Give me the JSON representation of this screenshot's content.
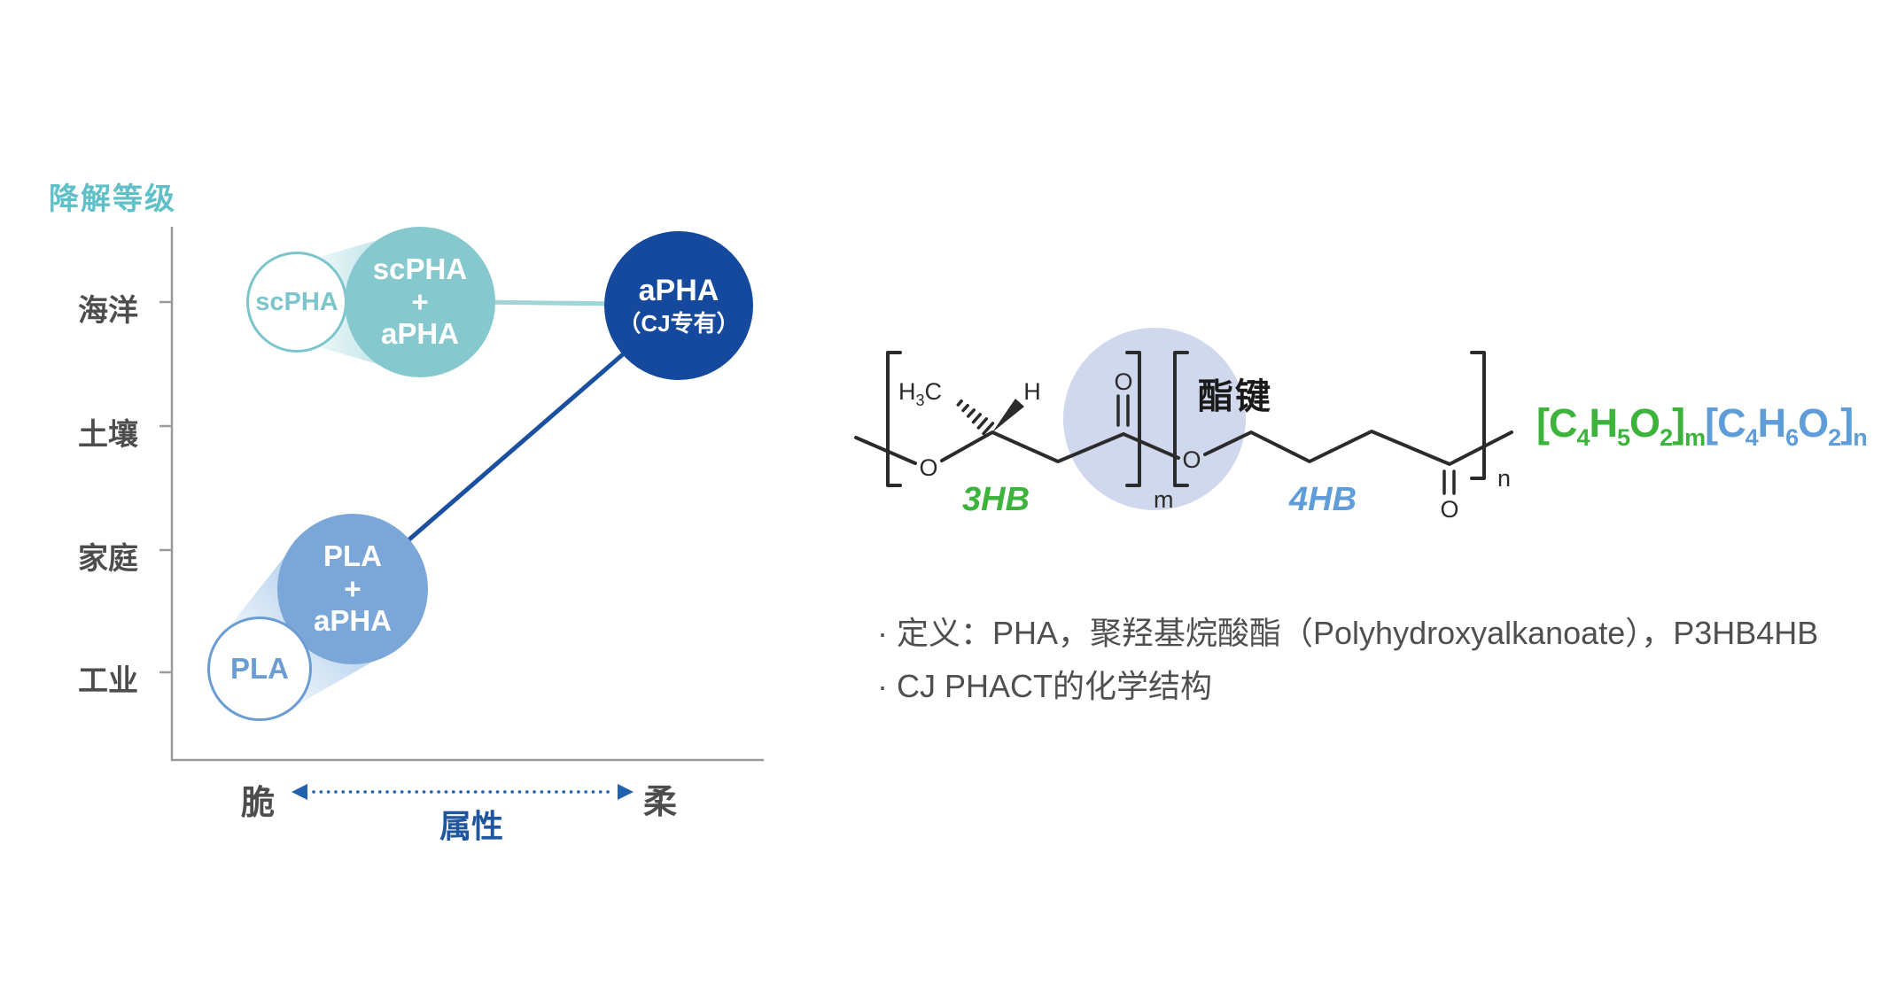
{
  "colors": {
    "teal_fill": "#85c8ce",
    "teal_border": "#7cc5cc",
    "teal_title": "#5fc0c8",
    "navy": "#15499e",
    "mid_blue": "#7ba7d8",
    "blue_border": "#6b9dd3",
    "axis_gray": "#9b9b9b",
    "arrow_blue": "#2161ad",
    "xlabel_blue": "#1e56a0",
    "green": "#3cb43c",
    "formula_blue": "#5f9dd8",
    "lavender": "#d0d8ee",
    "ink": "#2b2b2b",
    "text_gray": "#4d4d4d"
  },
  "chart": {
    "title": "降解等级",
    "y_labels": [
      "海洋",
      "土壤",
      "家庭",
      "工业"
    ],
    "x_left": "脆",
    "x_right": "柔",
    "x_label": "属性",
    "circles": [
      {
        "lines": [
          "scPHA"
        ]
      },
      {
        "lines": [
          "scPHA",
          "+",
          "aPHA"
        ]
      },
      {
        "lines": [
          "aPHA",
          "（CJ专有）"
        ]
      },
      {
        "lines": [
          "PLA",
          "+",
          "aPHA"
        ]
      },
      {
        "lines": [
          "PLA"
        ]
      }
    ]
  },
  "chart_data": {
    "type": "scatter",
    "title": "降解等级 vs 属性",
    "y_categories": [
      "工业",
      "家庭",
      "土壤",
      "海洋"
    ],
    "x_axis": {
      "left": "脆",
      "right": "柔",
      "label": "属性"
    },
    "points": [
      {
        "label": "scPHA",
        "degradation": "海洋",
        "property": "脆"
      },
      {
        "label": "scPHA + aPHA",
        "degradation": "海洋",
        "property": "脆~中"
      },
      {
        "label": "aPHA（CJ专有）",
        "degradation": "海洋",
        "property": "柔"
      },
      {
        "label": "PLA + aPHA",
        "degradation": "家庭",
        "property": "脆~中"
      },
      {
        "label": "PLA",
        "degradation": "工业",
        "property": "脆"
      }
    ],
    "connections": [
      [
        "scPHA + aPHA",
        "aPHA（CJ专有）"
      ],
      [
        "aPHA（CJ专有）",
        "PLA + aPHA"
      ]
    ]
  },
  "structure": {
    "ester_bond_label": "酯键",
    "hb3_label": "3HB",
    "hb4_label": "4HB",
    "o1": "O",
    "o2": "O",
    "o3": "O",
    "o4": "O",
    "h_label": "H",
    "h3c": {
      "h": "H",
      "sub": "3",
      "c": "C"
    },
    "sub_m": "m",
    "sub_n": "n",
    "formula": {
      "g_open": "[C",
      "g_s1": "4",
      "g_h": "H",
      "g_s2": "5",
      "g_o": "O",
      "g_s3": "2",
      "g_close": "]",
      "g_sub": "m",
      "b_open": "[C",
      "b_s1": "4",
      "b_h": "H",
      "b_s2": "6",
      "b_o": "O",
      "b_s3": "2",
      "b_close": "]",
      "b_sub": "n"
    }
  },
  "notes": {
    "line1": "· 定义：PHA，聚羟基烷酸酯（Polyhydroxyalkanoate），P3HB4HB",
    "line2": "· CJ PHACT的化学结构"
  }
}
